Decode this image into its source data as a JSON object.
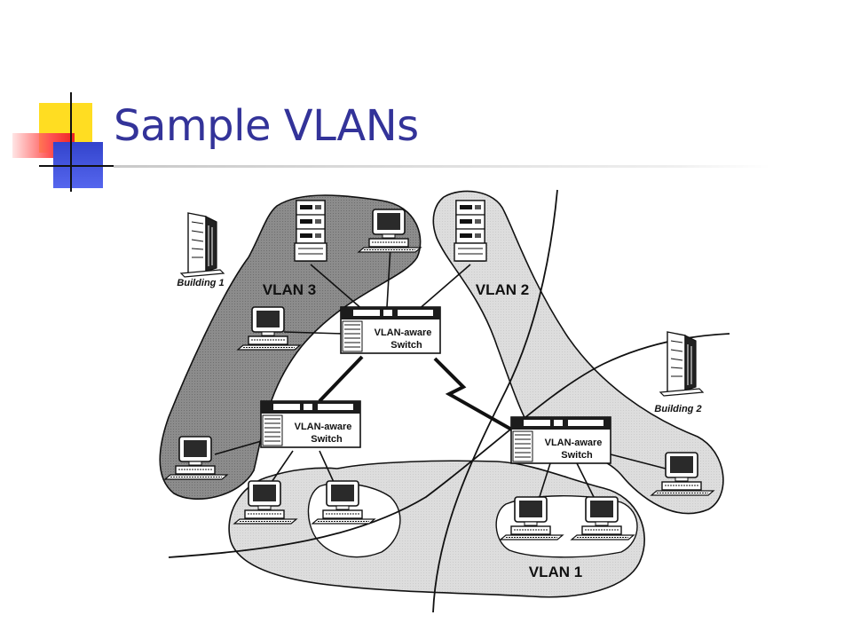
{
  "slide": {
    "title": "Sample VLANs"
  },
  "diagram": {
    "regions": {
      "vlan1": "VLAN 1",
      "vlan2": "VLAN 2",
      "vlan3": "VLAN 3"
    },
    "buildings": {
      "b1": "Building 1",
      "b2": "Building 2"
    },
    "switches": {
      "line1": "VLAN-aware",
      "line2": "Switch"
    }
  },
  "colors": {
    "title": "#333399",
    "vlan_dark": "#8a8a8a",
    "vlan_light": "#dcdcdc"
  }
}
